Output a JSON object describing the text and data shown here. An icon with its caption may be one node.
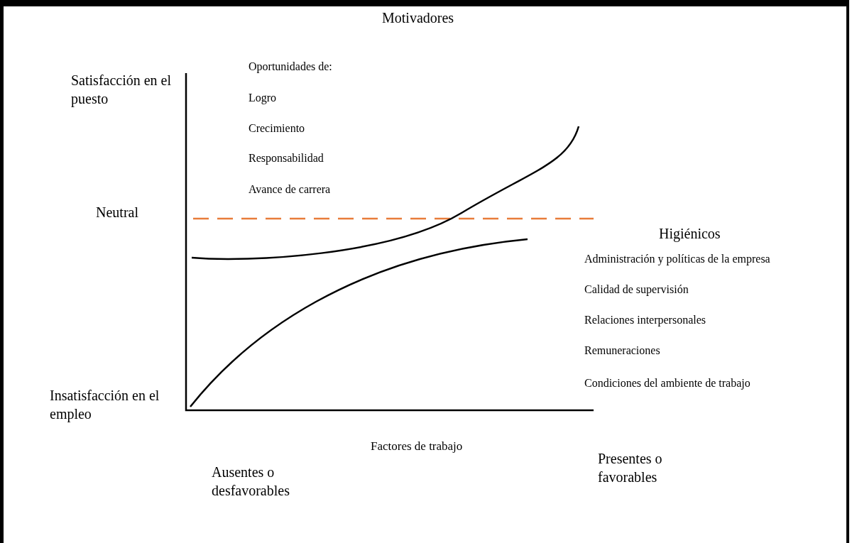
{
  "diagram": {
    "labels": [
      "Motivadores",
      "Satisfacción en el puesto",
      "Oportunidades de:",
      "Logro",
      "Crecimiento",
      "Responsabilidad",
      "Avance de carrera",
      "Neutral",
      "Higiénicos",
      "Administración y políticas de la empresa",
      "Calidad de supervisión",
      "Relaciones interpersonales",
      "Remuneraciones",
      "Condiciones del ambiente de trabajo",
      "Insatisfacción en el empleo",
      "Factores de trabajo",
      "Ausentes o desfavorables",
      "Presentes o favorables"
    ]
  }
}
